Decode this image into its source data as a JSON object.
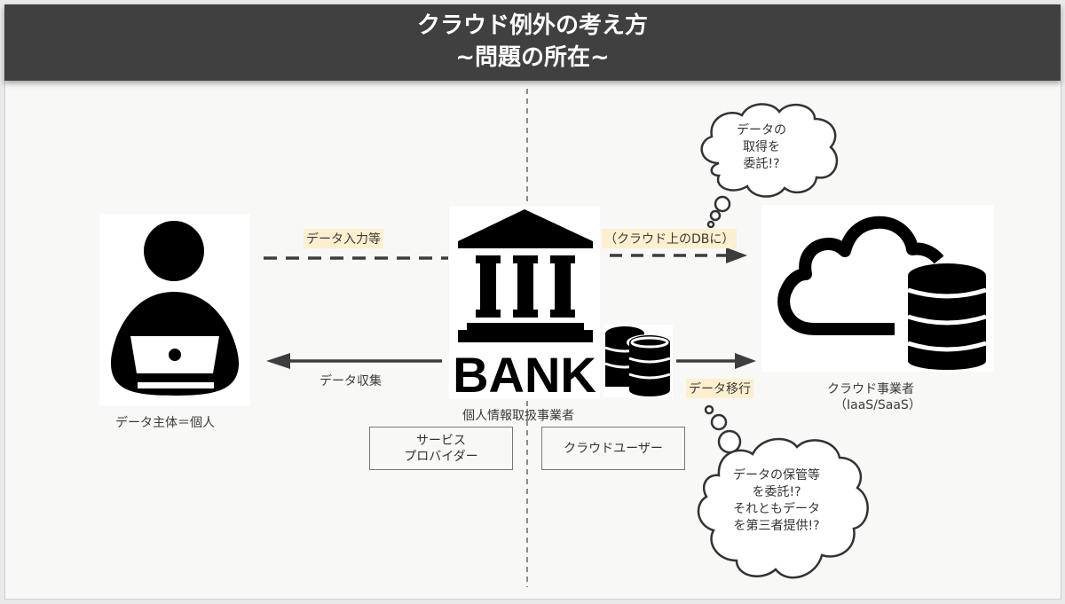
{
  "header": {
    "title": "クラウド例外の考え方",
    "subtitle": "~問題の所在~"
  },
  "actors": {
    "individual": {
      "label": "データ主体＝個人",
      "icon": "person-laptop-icon"
    },
    "business": {
      "label": "個人情報取扱事業者",
      "icon": "bank-icon",
      "bank_text": "BANK"
    },
    "cloud": {
      "label_line1": "クラウド事業者",
      "label_line2": "（IaaS/SaaS）",
      "icon": "cloud-database-icon"
    }
  },
  "arrows": {
    "data_input": "データ入力等",
    "data_collection": "データ収集",
    "to_cloud_db": "（クラウド上のDBに）",
    "data_migration": "データ移行"
  },
  "roles": {
    "service_provider_line1": "サービス",
    "service_provider_line2": "プロバイダー",
    "cloud_user": "クラウドユーザー"
  },
  "bubbles": {
    "top": [
      "データの",
      "取得を",
      "委託!?"
    ],
    "bottom": [
      "データの保管等",
      "を委託!?",
      "それともデータ",
      "を第三者提供!?"
    ]
  },
  "colors": {
    "header_bg": "#404040",
    "highlight": "#fdefcf",
    "canvas_bg": "#f8f8f7",
    "ink": "#000000"
  }
}
